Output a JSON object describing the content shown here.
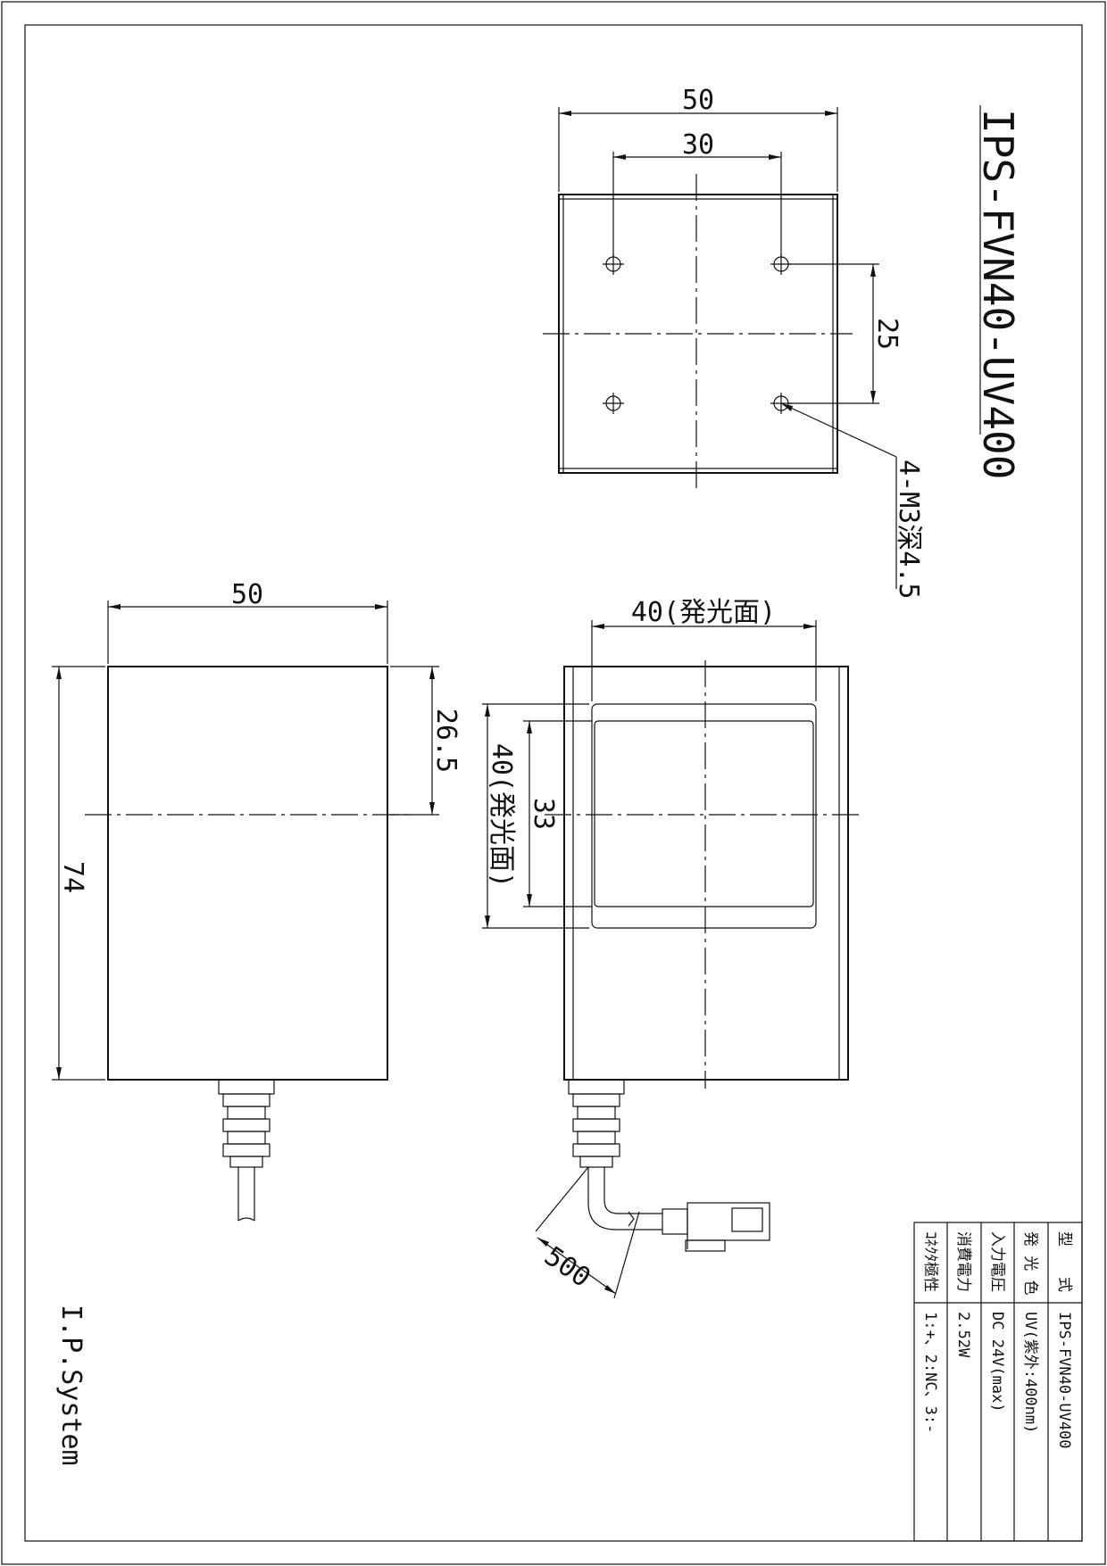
{
  "model_title": "IPS-FVN40-UV400",
  "company": "I.P.System",
  "top_view": {
    "width": "50",
    "hole_pitch_x": "30",
    "hole_pitch_y": "25",
    "hole_note": "4-M3深4.5"
  },
  "side_view": {
    "width": "50",
    "height": "74",
    "center_offset": "26.5"
  },
  "front_view": {
    "emit_width": "40(発光面)",
    "emit_height": "40(発光面)",
    "inner_height": "33",
    "cable_length": "500"
  },
  "spec_table": {
    "rows": [
      {
        "label": "型　　式",
        "value": "IPS-FVN40-UV400"
      },
      {
        "label": "発 光 色",
        "value": "UV(紫外:400nm)"
      },
      {
        "label": "入力電圧",
        "value": "DC 24V(max)"
      },
      {
        "label": "消費電力",
        "value": "2.52W"
      },
      {
        "label": "ｺﾈｸﾀ極性",
        "value": "1:+、2:NC、3:-"
      }
    ]
  }
}
